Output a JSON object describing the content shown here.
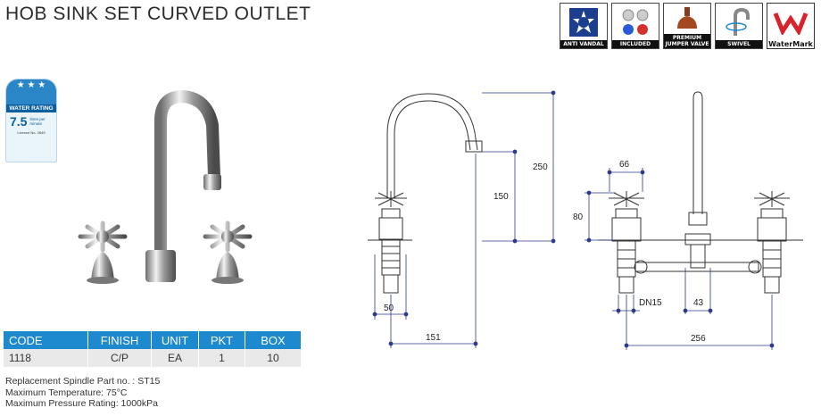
{
  "title": "HOB SINK SET CURVED OUTLET",
  "badges": [
    {
      "caption": "ANTI VANDAL",
      "icon": "anti-vandal-icon"
    },
    {
      "caption": "INCLUDED",
      "icon": "handles-icon"
    },
    {
      "caption": "PREMIUM JUMPER VALVE",
      "icon": "jumper-valve-icon"
    },
    {
      "caption": "SWIVEL",
      "icon": "swivel-icon"
    },
    {
      "caption": "WaterMark",
      "icon": "watermark-logo"
    }
  ],
  "water_rating": {
    "band": "WATER RATING",
    "value": "7.5",
    "unit": "litres per minute",
    "licence": "Licence No. 2849"
  },
  "table": {
    "headers": [
      "CODE",
      "FINISH",
      "UNIT",
      "PKT",
      "BOX"
    ],
    "row": [
      "1118",
      "C/P",
      "EA",
      "1",
      "10"
    ]
  },
  "notes": [
    "Replacement Spindle Part no. : ST15",
    "Maximum Temperature: 75°C",
    "Maximum Pressure Rating: 1000kPa"
  ],
  "dimensions": {
    "d250": "250",
    "d150": "150",
    "d50": "50",
    "d151": "151",
    "d66": "66",
    "d80": "80",
    "dn15": "DN15",
    "d43": "43",
    "d256": "256"
  },
  "colors": {
    "table_header": "#1d8ad0",
    "dim_line": "#2b3a8f",
    "watermark_red": "#d8232a"
  }
}
